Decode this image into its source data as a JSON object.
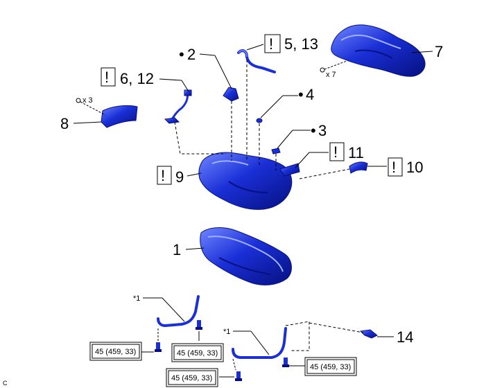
{
  "parts": {
    "p1": "1",
    "p2": "2",
    "p3": "3",
    "p4": "4",
    "p5_13": "5, 13",
    "p6_12": "6, 12",
    "p7": "7",
    "p8": "8",
    "p9": "9",
    "p10": "10",
    "p11": "11",
    "p14": "14"
  },
  "bullet": "•",
  "warning_glyph": "!",
  "asterisk_label": "*1",
  "quantities": {
    "x3": "x 3",
    "x7": "x 7"
  },
  "torque": "45 (459, 33)",
  "corner_code": "C",
  "colors": {
    "part_blue": "#1a2fd6",
    "part_dark": "#0a1a9c",
    "part_light": "#5f7cff",
    "leader": "#000000"
  }
}
